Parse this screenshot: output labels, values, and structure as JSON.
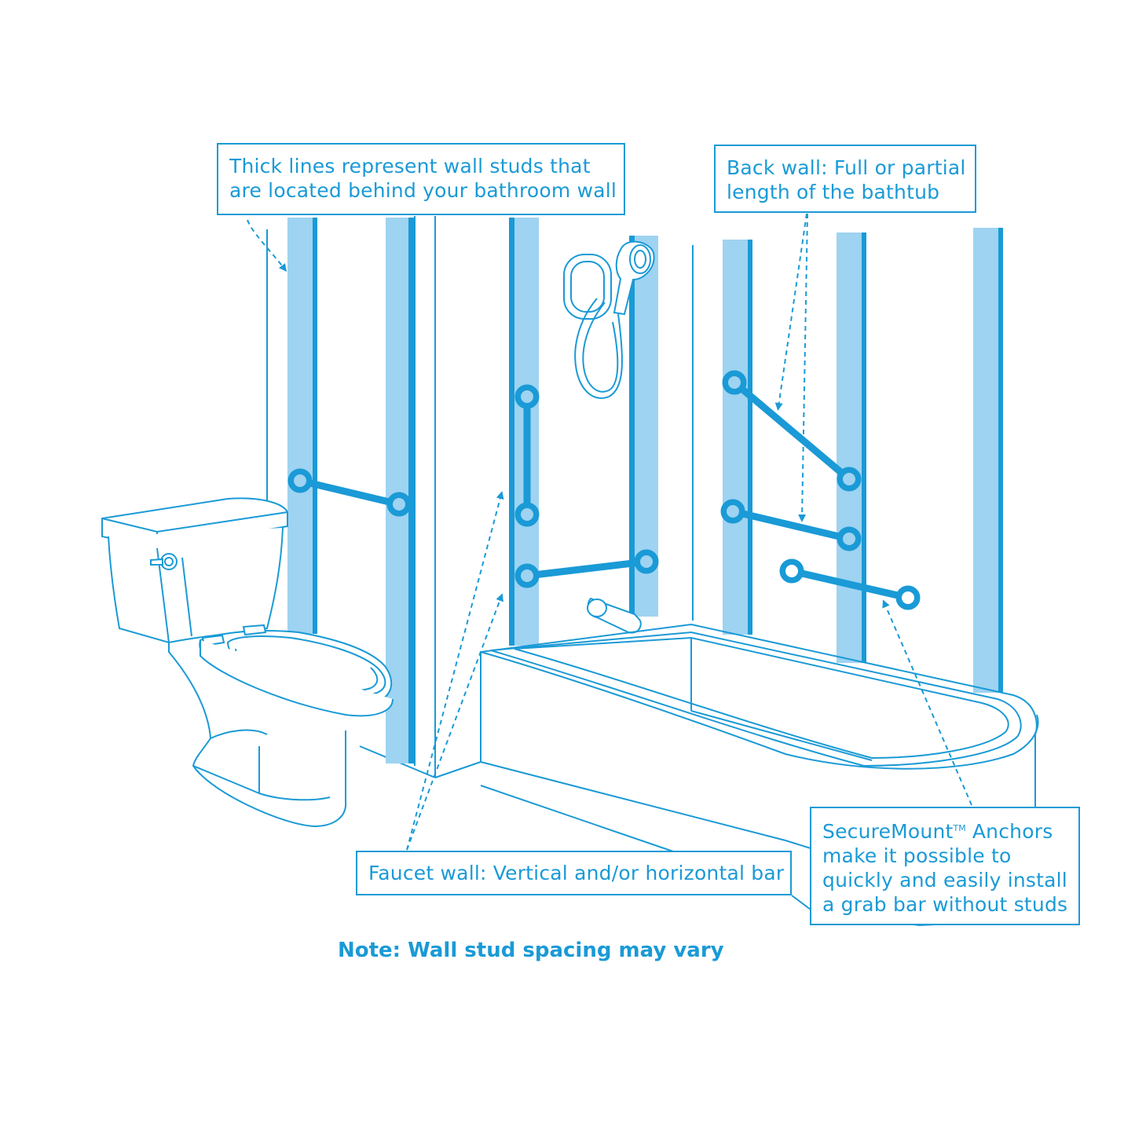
{
  "colors": {
    "line": "#1a9ad6",
    "stud_fill": "#9ed3f1",
    "stud_edge": "#1a9ad6",
    "grab_bar": "#1a9ad6",
    "background": "#ffffff"
  },
  "callouts": {
    "studs": {
      "line1": "Thick lines represent wall studs that",
      "line2": "are located behind your bathroom wall"
    },
    "back_wall": {
      "line1": "Back wall: Full or partial",
      "line2": "length of the bathtub"
    },
    "faucet_wall": {
      "line1": "Faucet wall: Vertical and/or horizontal bar"
    },
    "anchors": {
      "line1_brand": "SecureMount",
      "line1_tm": "TM",
      "line1_rest": " Anchors",
      "line2": "make it possible to",
      "line3": "quickly and easily install",
      "line4": "a grab bar without studs"
    }
  },
  "note": "Note: Wall stud spacing may vary",
  "icons": [
    "toilet-icon",
    "bathtub-icon",
    "handheld-shower-icon",
    "tub-spout-icon",
    "grab-bar-icon",
    "wall-stud-icon"
  ]
}
